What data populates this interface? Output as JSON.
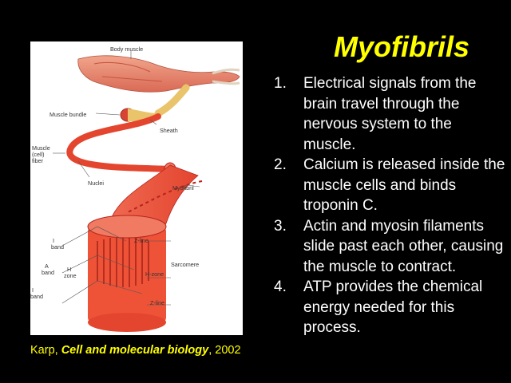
{
  "slide": {
    "title": "Myofibrils",
    "points": [
      {
        "num": "1.",
        "text": "Electrical signals from the brain travel through the nervous system to the muscle."
      },
      {
        "num": "2.",
        "text": "Calcium is released inside the muscle cells and binds troponin C."
      },
      {
        "num": "3.",
        "text": "Actin and myosin filaments slide past each other, causing the muscle to contract."
      },
      {
        "num": "4.",
        "text": "ATP provides the chemical energy needed for this process."
      }
    ],
    "caption": {
      "author": "Karp, ",
      "book": "Cell and molecular biology",
      "year": ", 2002"
    }
  },
  "figure": {
    "labels": {
      "body_muscle": "Body muscle",
      "muscle_bundle": "Muscle bundle",
      "sheath": "Sheath",
      "muscle_fiber_1": "Muscle",
      "muscle_fiber_2": "(cell)",
      "muscle_fiber_3": "fiber",
      "nuclei": "Nuclei",
      "myofibril": "Myofibril",
      "i_band_1": "I",
      "i_band_2": "band",
      "z_line_top": "Z-line",
      "a_band_1": "A",
      "a_band_2": "band",
      "h_zone_1": "H",
      "h_zone_2": "zone",
      "sarcomere": "Sarcomere",
      "h_zone_right": "H-zone",
      "i_band_b1": "I",
      "i_band_b2": "band",
      "z_line_bottom": "Z-line"
    }
  },
  "colors": {
    "background": "#000000",
    "title": "#ffff00",
    "text": "#ffffff",
    "caption": "#ffff00",
    "muscle_red": "#e8493a",
    "muscle_dark": "#b5231b",
    "tendon_gold": "#e9c46a"
  }
}
